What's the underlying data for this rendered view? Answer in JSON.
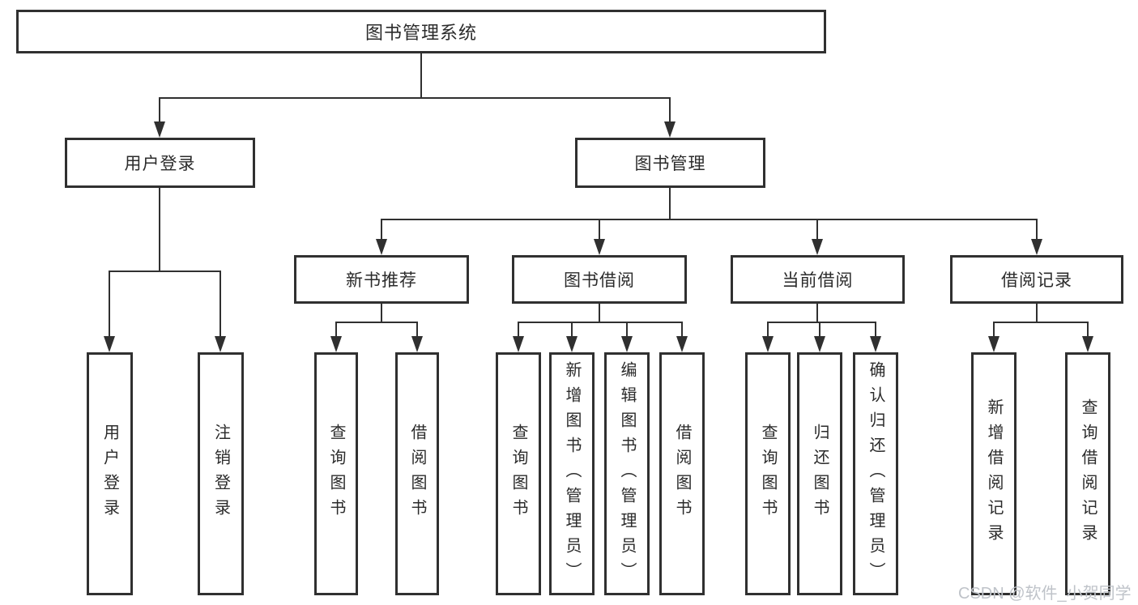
{
  "title": "图书管理系统",
  "tree": {
    "root": {
      "label": "图书管理系统"
    },
    "branches": [
      {
        "label": "用户登录",
        "children": [
          {
            "label": "用户登录"
          },
          {
            "label": "注销登录"
          }
        ]
      },
      {
        "label": "图书管理",
        "children": [
          {
            "label": "新书推荐",
            "children": [
              {
                "label": "查询图书"
              },
              {
                "label": "借阅图书"
              }
            ]
          },
          {
            "label": "图书借阅",
            "children": [
              {
                "label": "查询图书"
              },
              {
                "label": "新增图书（管理员）"
              },
              {
                "label": "编辑图书（管理员）"
              },
              {
                "label": "借阅图书"
              }
            ]
          },
          {
            "label": "当前借阅",
            "children": [
              {
                "label": "查询图书"
              },
              {
                "label": "归还图书"
              },
              {
                "label": "确认归还（管理员）"
              }
            ]
          },
          {
            "label": "借阅记录",
            "children": [
              {
                "label": "新增借阅记录"
              },
              {
                "label": "查询借阅记录"
              }
            ]
          }
        ]
      }
    ]
  },
  "watermark": {
    "text": "CSDN @软件_小贺同学"
  },
  "colors": {
    "line": "#303030",
    "text": "#2b2b2b",
    "background": "#ffffff",
    "watermark": "#bfc3c9"
  }
}
